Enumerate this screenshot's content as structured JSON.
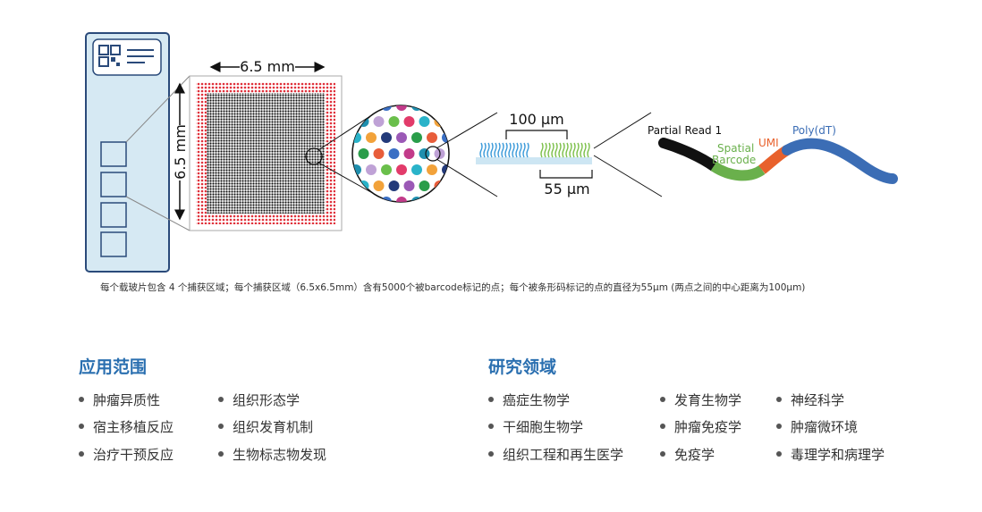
{
  "diagram": {
    "dim_horizontal": "6.5 mm",
    "dim_vertical": "6.5 mm",
    "spot_pitch": "100 µm",
    "spot_diameter": "55 µm",
    "probe_labels": {
      "partial_read": "Partial Read 1",
      "spatial": "Spatial",
      "barcode": "Barcode",
      "umi": "UMI",
      "polydt": "Poly(dT)"
    },
    "colors": {
      "slide_fill": "#d6e9f3",
      "slide_border": "#2a4a7a",
      "spot_red": "#e0303a",
      "read_black": "#111111",
      "barcode_green": "#6ab04c",
      "umi_orange": "#e8612c",
      "polydt_blue": "#3b6db5",
      "probe_blue": "#3a9ad9",
      "probe_green": "#7cc04a"
    }
  },
  "caption": "每个载玻片包含 4 个捕获区域；每个捕获区域（6.5x6.5mm）含有5000个被barcode标记的点；每个被条形码标记的点的直径为55µm (两点之间的中心距离为100µm)",
  "applications": {
    "title": "应用范围",
    "items": [
      "肿瘤异质性",
      "组织形态学",
      "宿主移植反应",
      "组织发育机制",
      "治疗干预反应",
      "生物标志物发现"
    ]
  },
  "research": {
    "title": "研究领域",
    "items": [
      "癌症生物学",
      "发育生物学",
      "神经科学",
      "干细胞生物学",
      "肿瘤免疫学",
      "肿瘤微环境",
      "组织工程和再生医学",
      "免疫学",
      "毒理学和病理学"
    ]
  }
}
